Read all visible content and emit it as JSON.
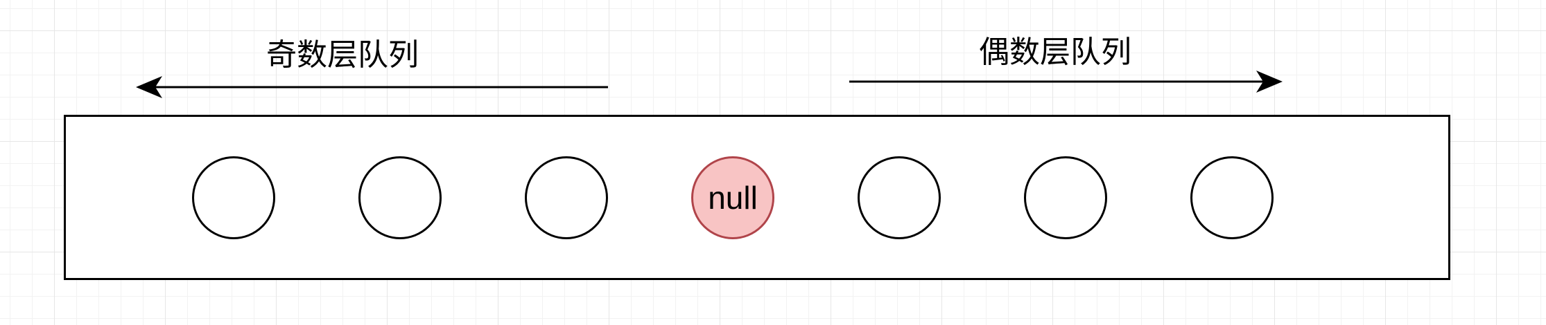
{
  "labels": {
    "odd_queue": "奇数层队列",
    "even_queue": "偶数层队列"
  },
  "nodes": [
    {
      "text": ""
    },
    {
      "text": ""
    },
    {
      "text": ""
    },
    {
      "text": "null",
      "highlight": "#f8c4c4",
      "border": "#b0444a"
    },
    {
      "text": ""
    },
    {
      "text": ""
    },
    {
      "text": ""
    }
  ],
  "arrows": {
    "odd_queue_direction": "left",
    "even_queue_direction": "right"
  }
}
